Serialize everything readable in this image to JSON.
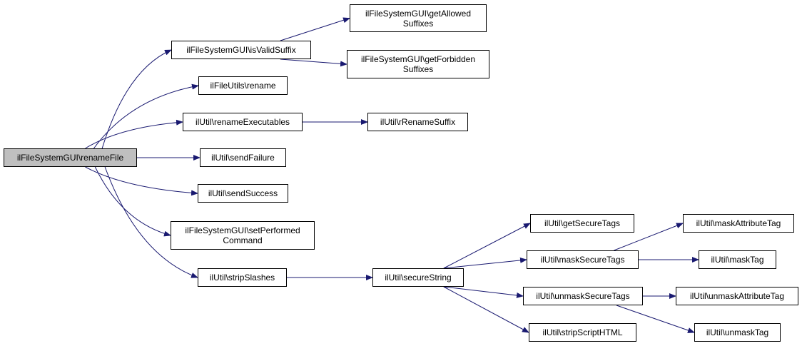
{
  "colors": {
    "edge": "#191970",
    "node_border": "#000000",
    "root_fill": "#bfbfbf",
    "node_fill": "#ffffff"
  },
  "nodes": {
    "renameFile": "ilFileSystemGUI\\renameFile",
    "isValidSuffix": "ilFileSystemGUI\\isValidSuffix",
    "getAllowedSuffixes": "ilFileSystemGUI\\getAllowed\nSuffixes",
    "getForbiddenSuffixes": "ilFileSystemGUI\\getForbidden\nSuffixes",
    "rename": "ilFileUtils\\rename",
    "renameExecutables": "ilUtil\\renameExecutables",
    "rRenameSuffix": "ilUtil\\rRenameSuffix",
    "sendFailure": "ilUtil\\sendFailure",
    "sendSuccess": "ilUtil\\sendSuccess",
    "setPerformedCommand": "ilFileSystemGUI\\setPerformed\nCommand",
    "stripSlashes": "ilUtil\\stripSlashes",
    "secureString": "ilUtil\\secureString",
    "getSecureTags": "ilUtil\\getSecureTags",
    "maskSecureTags": "ilUtil\\maskSecureTags",
    "unmaskSecureTags": "ilUtil\\unmaskSecureTags",
    "stripScriptHTML": "ilUtil\\stripScriptHTML",
    "maskAttributeTag": "ilUtil\\maskAttributeTag",
    "maskTag": "ilUtil\\maskTag",
    "unmaskAttributeTag": "ilUtil\\unmaskAttributeTag",
    "unmaskTag": "ilUtil\\unmaskTag"
  },
  "edges": [
    [
      "renameFile",
      "isValidSuffix"
    ],
    [
      "renameFile",
      "rename"
    ],
    [
      "renameFile",
      "renameExecutables"
    ],
    [
      "renameFile",
      "sendFailure"
    ],
    [
      "renameFile",
      "sendSuccess"
    ],
    [
      "renameFile",
      "setPerformedCommand"
    ],
    [
      "renameFile",
      "stripSlashes"
    ],
    [
      "isValidSuffix",
      "getAllowedSuffixes"
    ],
    [
      "isValidSuffix",
      "getForbiddenSuffixes"
    ],
    [
      "renameExecutables",
      "rRenameSuffix"
    ],
    [
      "stripSlashes",
      "secureString"
    ],
    [
      "secureString",
      "getSecureTags"
    ],
    [
      "secureString",
      "maskSecureTags"
    ],
    [
      "secureString",
      "unmaskSecureTags"
    ],
    [
      "secureString",
      "stripScriptHTML"
    ],
    [
      "maskSecureTags",
      "maskAttributeTag"
    ],
    [
      "maskSecureTags",
      "maskTag"
    ],
    [
      "unmaskSecureTags",
      "unmaskAttributeTag"
    ],
    [
      "unmaskSecureTags",
      "unmaskTag"
    ]
  ]
}
